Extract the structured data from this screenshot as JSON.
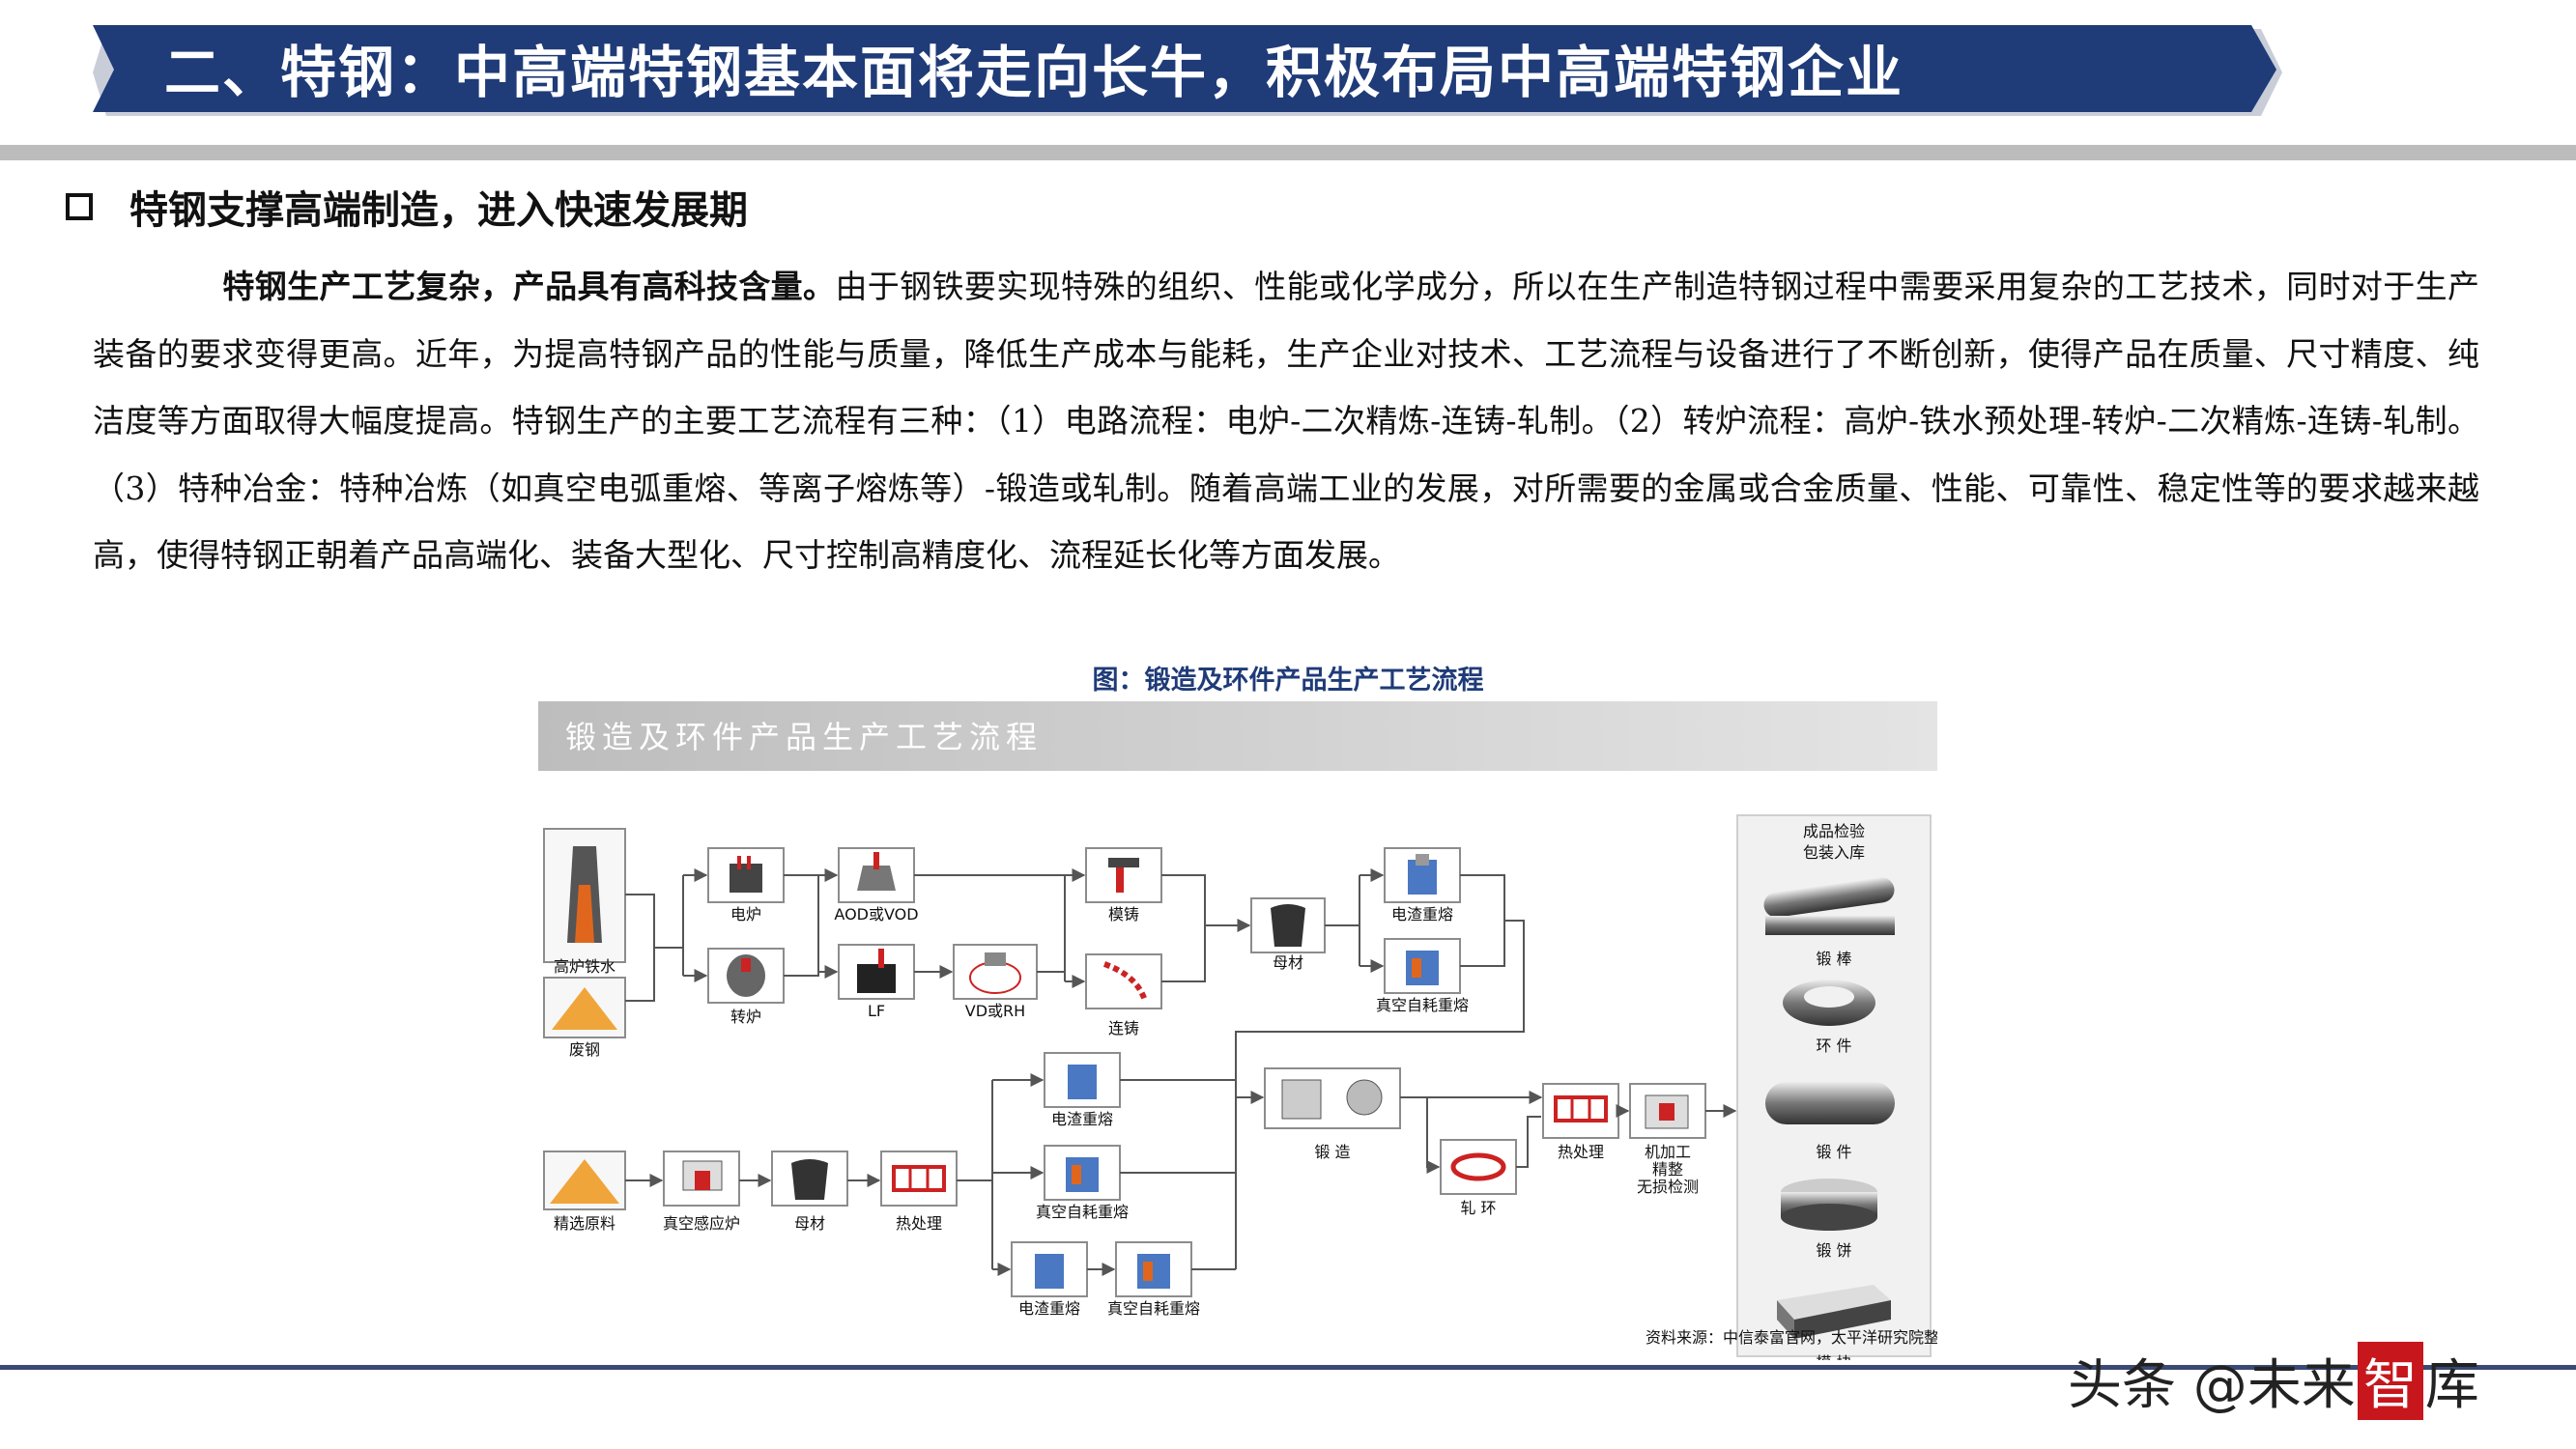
{
  "header": {
    "title": "二、特钢：中高端特钢基本面将走向长牛，积极布局中高端特钢企业",
    "color": "#1f3b78"
  },
  "section": {
    "title": "特钢支撑高端制造，进入快速发展期"
  },
  "paragraph": {
    "lead": "特钢生产工艺复杂，产品具有高科技含量。",
    "body": "由于钢铁要实现特殊的组织、性能或化学成分，所以在生产制造特钢过程中需要采用复杂的工艺技术，同时对于生产装备的要求变得更高。近年，为提高特钢产品的性能与质量，降低生产成本与能耗，生产企业对技术、工艺流程与设备进行了不断创新，使得产品在质量、尺寸精度、纯洁度等方面取得大幅度提高。特钢生产的主要工艺流程有三种：（1）电路流程：电炉-二次精炼-连铸-轧制。（2）转炉流程：高炉-铁水预处理-转炉-二次精炼-连铸-轧制。（3）特种冶金：特种冶炼（如真空电弧重熔、等离子熔炼等）-锻造或轧制。随着高端工业的发展，对所需要的金属或合金质量、性能、可靠性、稳定性等的要求越来越高，使得特钢正朝着产品高端化、装备大型化、尺寸控制高精度化、流程延长化等方面发展。"
  },
  "figure": {
    "caption": "图：锻造及环件产品生产工艺流程",
    "inner_title": "锻造及环件产品生产工艺流程",
    "source": "资料来源：中信泰富官网，太平洋研究院整理",
    "products_header_1": "成品检验",
    "products_header_2": "包装入库",
    "nodes": {
      "blast_furnace": "高炉铁水",
      "scrap": "废钢",
      "eaf": "电炉",
      "converter": "转炉",
      "aod": "AOD或VOD",
      "lf": "LF",
      "vd": "VD或RH",
      "ingot_casting": "模铸",
      "continuous_casting": "连铸",
      "master_alloy_1": "母材",
      "esr_1": "电渣重熔",
      "var_1": "真空自耗重熔",
      "raw_material": "精选原料",
      "vim": "真空感应炉",
      "master_alloy_2": "母材",
      "heat_treat_1": "热处理",
      "esr_2": "电渣重熔",
      "var_2": "真空自耗重熔",
      "esr_3": "电渣重熔",
      "var_3": "真空自耗重熔",
      "forging": "锻  造",
      "ring_rolling": "轧  环",
      "heat_treat_2": "热处理",
      "machining_1": "机加工",
      "machining_2": "精整",
      "machining_3": "无损检测"
    },
    "products": [
      "锻  棒",
      "环  件",
      "锻  件",
      "锻  饼",
      "模  块"
    ]
  },
  "watermark": {
    "prefix": "头条 @未来",
    "stamp": "智",
    "suffix": "库"
  }
}
